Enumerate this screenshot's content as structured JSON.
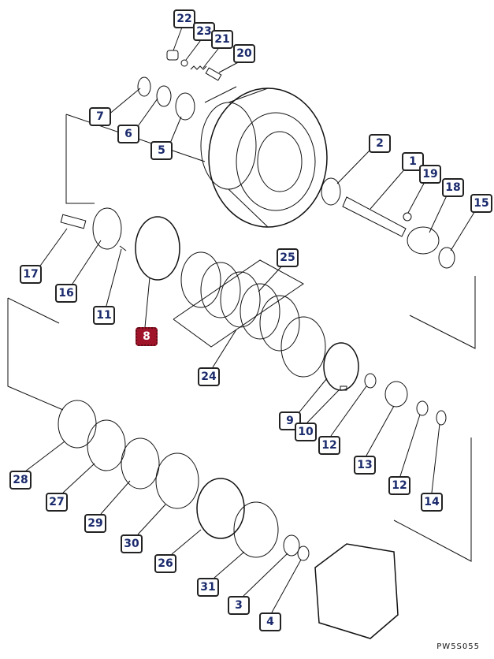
{
  "diagram_code": "PW5S055",
  "highlight_color": "#a0142a",
  "callouts": [
    {
      "label": "22"
    },
    {
      "label": "23"
    },
    {
      "label": "21"
    },
    {
      "label": "20"
    },
    {
      "label": "7"
    },
    {
      "label": "6"
    },
    {
      "label": "5"
    },
    {
      "label": "2"
    },
    {
      "label": "1"
    },
    {
      "label": "19"
    },
    {
      "label": "18"
    },
    {
      "label": "15"
    },
    {
      "label": "17"
    },
    {
      "label": "16"
    },
    {
      "label": "11"
    },
    {
      "label": "8",
      "highlighted": true
    },
    {
      "label": "25"
    },
    {
      "label": "24"
    },
    {
      "label": "9"
    },
    {
      "label": "10"
    },
    {
      "label": "12"
    },
    {
      "label": "13"
    },
    {
      "label": "12"
    },
    {
      "label": "14"
    },
    {
      "label": "28"
    },
    {
      "label": "27"
    },
    {
      "label": "29"
    },
    {
      "label": "30"
    },
    {
      "label": "26"
    },
    {
      "label": "31"
    },
    {
      "label": "3"
    },
    {
      "label": "4"
    }
  ]
}
